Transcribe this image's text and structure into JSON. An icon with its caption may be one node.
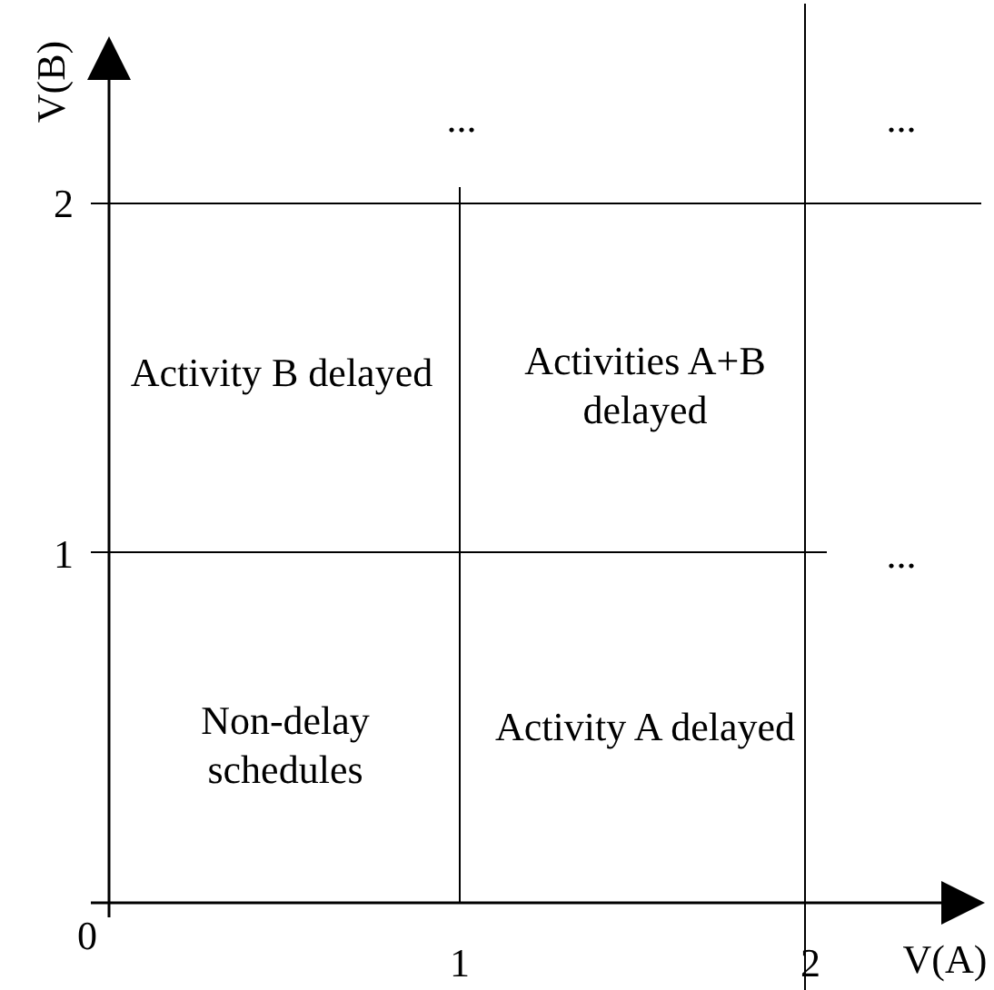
{
  "diagram": {
    "labels": [
      "V(B)",
      "...",
      "...",
      "2",
      "Activity B delayed",
      "Activities A+B delayed",
      "1",
      "...",
      "Non-delay schedules",
      "Activity A delayed",
      "0",
      "1",
      "2",
      "V(A)"
    ]
  }
}
